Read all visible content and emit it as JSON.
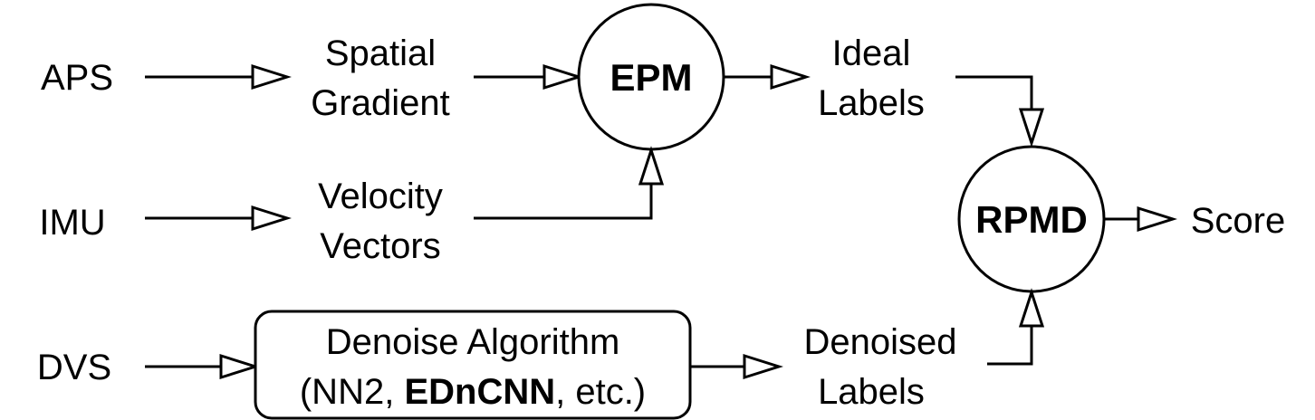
{
  "inputs": {
    "aps": "APS",
    "imu": "IMU",
    "dvs": "DVS"
  },
  "intermediates": {
    "spatial_gradient": [
      "Spatial",
      "Gradient"
    ],
    "velocity_vectors": [
      "Velocity",
      "Vectors"
    ],
    "ideal_labels": [
      "Ideal",
      "Labels"
    ],
    "denoised_labels": [
      "Denoised",
      "Labels"
    ]
  },
  "nodes": {
    "epm": "EPM",
    "rpmd": "RPMD"
  },
  "denoise_box": {
    "line1": "Denoise Algorithm",
    "line2_prefix": "(NN2, ",
    "line2_bold": "EDnCNN",
    "line2_suffix": ", etc.)"
  },
  "output": {
    "score": "Score"
  }
}
